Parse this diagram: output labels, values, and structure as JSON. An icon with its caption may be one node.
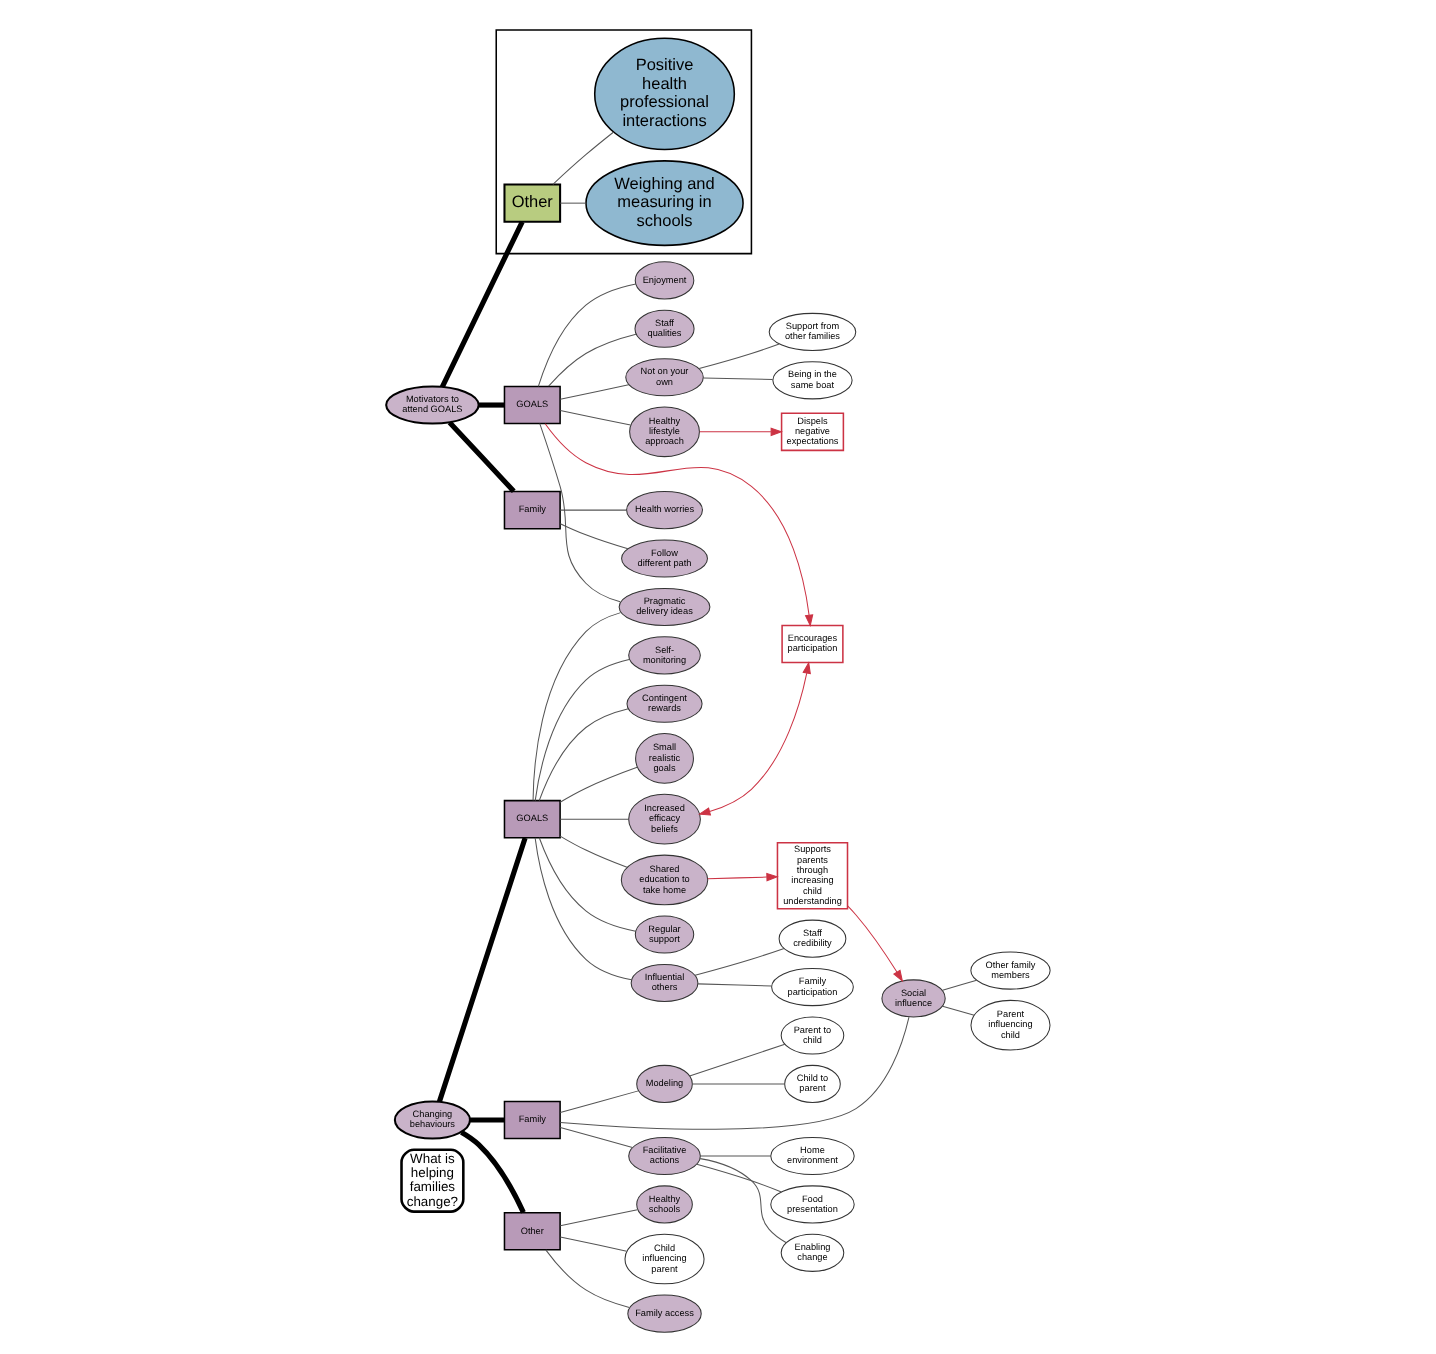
{
  "diagram": {
    "nodes": [
      {
        "text": [
          "What is helping families change?"
        ]
      },
      {
        "text": [
          "Motivators to attend GOALS"
        ]
      },
      {
        "text": [
          "Changing behaviours"
        ]
      },
      {
        "text": [
          "GOALS"
        ]
      },
      {
        "text": [
          "Staff qualities"
        ]
      },
      {
        "text": [
          "Healthy lifestyle approach"
        ]
      },
      {
        "text": [
          "Dispels negative expectations"
        ]
      },
      {
        "text": [
          "Not on your own"
        ]
      },
      {
        "text": [
          "Support from other families"
        ]
      },
      {
        "text": [
          "Being in the same boat"
        ]
      },
      {
        "text": [
          "Enjoyment"
        ]
      },
      {
        "text": [
          "Encourages participation"
        ]
      },
      {
        "text": [
          "Pragmatic delivery ideas"
        ]
      },
      {
        "text": [
          "GOALS"
        ]
      },
      {
        "text": [
          "Family participation"
        ]
      },
      {
        "text": [
          "Staff credibility"
        ]
      },
      {
        "text": [
          "Influential others"
        ]
      },
      {
        "text": [
          "Regular support"
        ]
      },
      {
        "text": [
          "Increased efficacy beliefs"
        ]
      },
      {
        "text": [
          "Self-monitoring"
        ]
      },
      {
        "text": [
          "Contingent rewards"
        ]
      },
      {
        "text": [
          "Small realistic goals"
        ]
      },
      {
        "text": [
          "Shared education to take home"
        ]
      },
      {
        "text": [
          "Supports parents through increasing child understanding"
        ]
      },
      {
        "text": [
          "Family"
        ]
      },
      {
        "text": [
          "Health worries"
        ]
      },
      {
        "text": [
          "Follow different path"
        ]
      },
      {
        "text": [
          "Family"
        ]
      },
      {
        "text": [
          "Enabling change"
        ]
      },
      {
        "text": [
          "Home environment"
        ]
      },
      {
        "text": [
          "Facilitative actions"
        ]
      },
      {
        "text": [
          "Food presentation"
        ]
      },
      {
        "text": [
          "Modeling"
        ]
      },
      {
        "text": [
          "Child to parent"
        ]
      },
      {
        "text": [
          "Parent to child"
        ]
      },
      {
        "text": [
          "Social influence"
        ]
      },
      {
        "text": [
          "Other family members"
        ]
      },
      {
        "text": [
          "Child influencing parent"
        ]
      },
      {
        "text": [
          "Parent influencing child"
        ]
      },
      {
        "text": [],
        "shape": "box"
      },
      {
        "text": [
          "Other"
        ],
        "in": 39
      },
      {
        "text": [
          "Weighing and measuring in schools"
        ],
        "in": 39
      },
      {
        "text": [
          "Positive health professional interactions"
        ],
        "in": 39
      },
      {
        "text": [
          "Other"
        ]
      },
      {
        "text": [
          "Family access"
        ]
      },
      {
        "text": [
          "Healthy schools"
        ]
      }
    ],
    "edges": [
      {
        "from": 1,
        "to": 3,
        "arrow": "none",
        "style": "thick"
      },
      {
        "from": 1,
        "to": 24,
        "arrow": "none",
        "style": "thick"
      },
      {
        "from": 1,
        "to": 40,
        "arrow": "none",
        "style": "thick"
      },
      {
        "from": 2,
        "to": 13,
        "arrow": "none",
        "style": "thick"
      },
      {
        "from": 2,
        "to": 27,
        "arrow": "none",
        "style": "thick"
      },
      {
        "from": 2,
        "to": 43,
        "arrow": "none",
        "style": "thick"
      },
      {
        "from": 3,
        "to": 4,
        "arrow": "none"
      },
      {
        "from": 3,
        "to": 5,
        "arrow": "none"
      },
      {
        "from": 3,
        "to": 7,
        "arrow": "none"
      },
      {
        "from": 3,
        "to": 10,
        "arrow": "none"
      },
      {
        "from": 3,
        "to": 12,
        "arrow": "none"
      },
      {
        "from": 3,
        "to": 11,
        "arrow": "to",
        "color": "#cc3344"
      },
      {
        "from": 5,
        "to": 6,
        "arrow": "to",
        "color": "#cc3344"
      },
      {
        "from": 7,
        "to": 8,
        "arrow": "none"
      },
      {
        "from": 7,
        "to": 9,
        "arrow": "none"
      },
      {
        "from": 13,
        "to": 17,
        "arrow": "none"
      },
      {
        "from": 13,
        "to": 16,
        "arrow": "none"
      },
      {
        "from": 13,
        "to": 18,
        "arrow": "none"
      },
      {
        "from": 13,
        "to": 19,
        "arrow": "none"
      },
      {
        "from": 13,
        "to": 20,
        "arrow": "none"
      },
      {
        "from": 13,
        "to": 21,
        "arrow": "none"
      },
      {
        "from": 13,
        "to": 22,
        "arrow": "none"
      },
      {
        "from": 13,
        "to": 12,
        "arrow": "none"
      },
      {
        "from": 16,
        "to": 14,
        "arrow": "none"
      },
      {
        "from": 16,
        "to": 15,
        "arrow": "none"
      },
      {
        "from": 18,
        "to": 11,
        "arrow": "both",
        "color": "#cc3344"
      },
      {
        "from": 22,
        "to": 23,
        "arrow": "to",
        "color": "#cc3344"
      },
      {
        "from": 23,
        "to": 35,
        "arrow": "to",
        "color": "#cc3344"
      },
      {
        "from": 24,
        "to": 25,
        "arrow": "none"
      },
      {
        "from": 24,
        "to": 26,
        "arrow": "none"
      },
      {
        "from": 27,
        "to": 30,
        "arrow": "none"
      },
      {
        "from": 27,
        "to": 32,
        "arrow": "none"
      },
      {
        "from": 27,
        "to": 35,
        "arrow": "none"
      },
      {
        "from": 30,
        "to": 28,
        "arrow": "none"
      },
      {
        "from": 30,
        "to": 29,
        "arrow": "none"
      },
      {
        "from": 30,
        "to": 31,
        "arrow": "none"
      },
      {
        "from": 32,
        "to": 33,
        "arrow": "none"
      },
      {
        "from": 32,
        "to": 34,
        "arrow": "none"
      },
      {
        "from": 35,
        "to": 36,
        "arrow": "none"
      },
      {
        "from": 35,
        "to": 38,
        "arrow": "none"
      },
      {
        "from": 43,
        "to": 37,
        "arrow": "none"
      },
      {
        "from": 43,
        "to": 44,
        "arrow": "none"
      },
      {
        "from": 43,
        "to": 45,
        "arrow": "none"
      },
      {
        "from": 40,
        "to": 41,
        "arrow": "none"
      },
      {
        "from": 40,
        "to": 42,
        "arrow": "none"
      }
    ]
  }
}
